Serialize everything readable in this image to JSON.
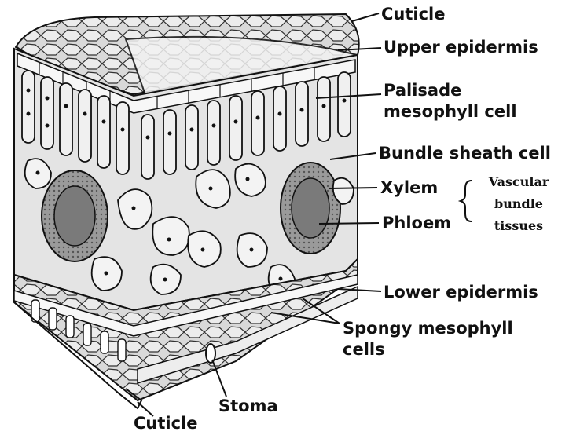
{
  "labels": {
    "cuticle_top": "Cuticle",
    "upper_epidermis": "Upper epidermis",
    "palisade_line1": "Palisade",
    "palisade_line2": "mesophyll cell",
    "bundle_sheath": "Bundle sheath cell",
    "xylem": "Xylem",
    "phloem": "Phloem",
    "vascular_line1": "Vascular",
    "vascular_line2": "bundle",
    "vascular_line3": "tissues",
    "lower_epidermis": "Lower epidermis",
    "spongy_line1": "Spongy mesophyll",
    "spongy_line2": "cells",
    "stoma": "Stoma",
    "cuticle_bottom": "Cuticle"
  },
  "colors": {
    "ink": "#111111",
    "cell_fill": "#e6e6e6",
    "dark_tissue": "#8a8a8a",
    "background": "#ffffff"
  }
}
